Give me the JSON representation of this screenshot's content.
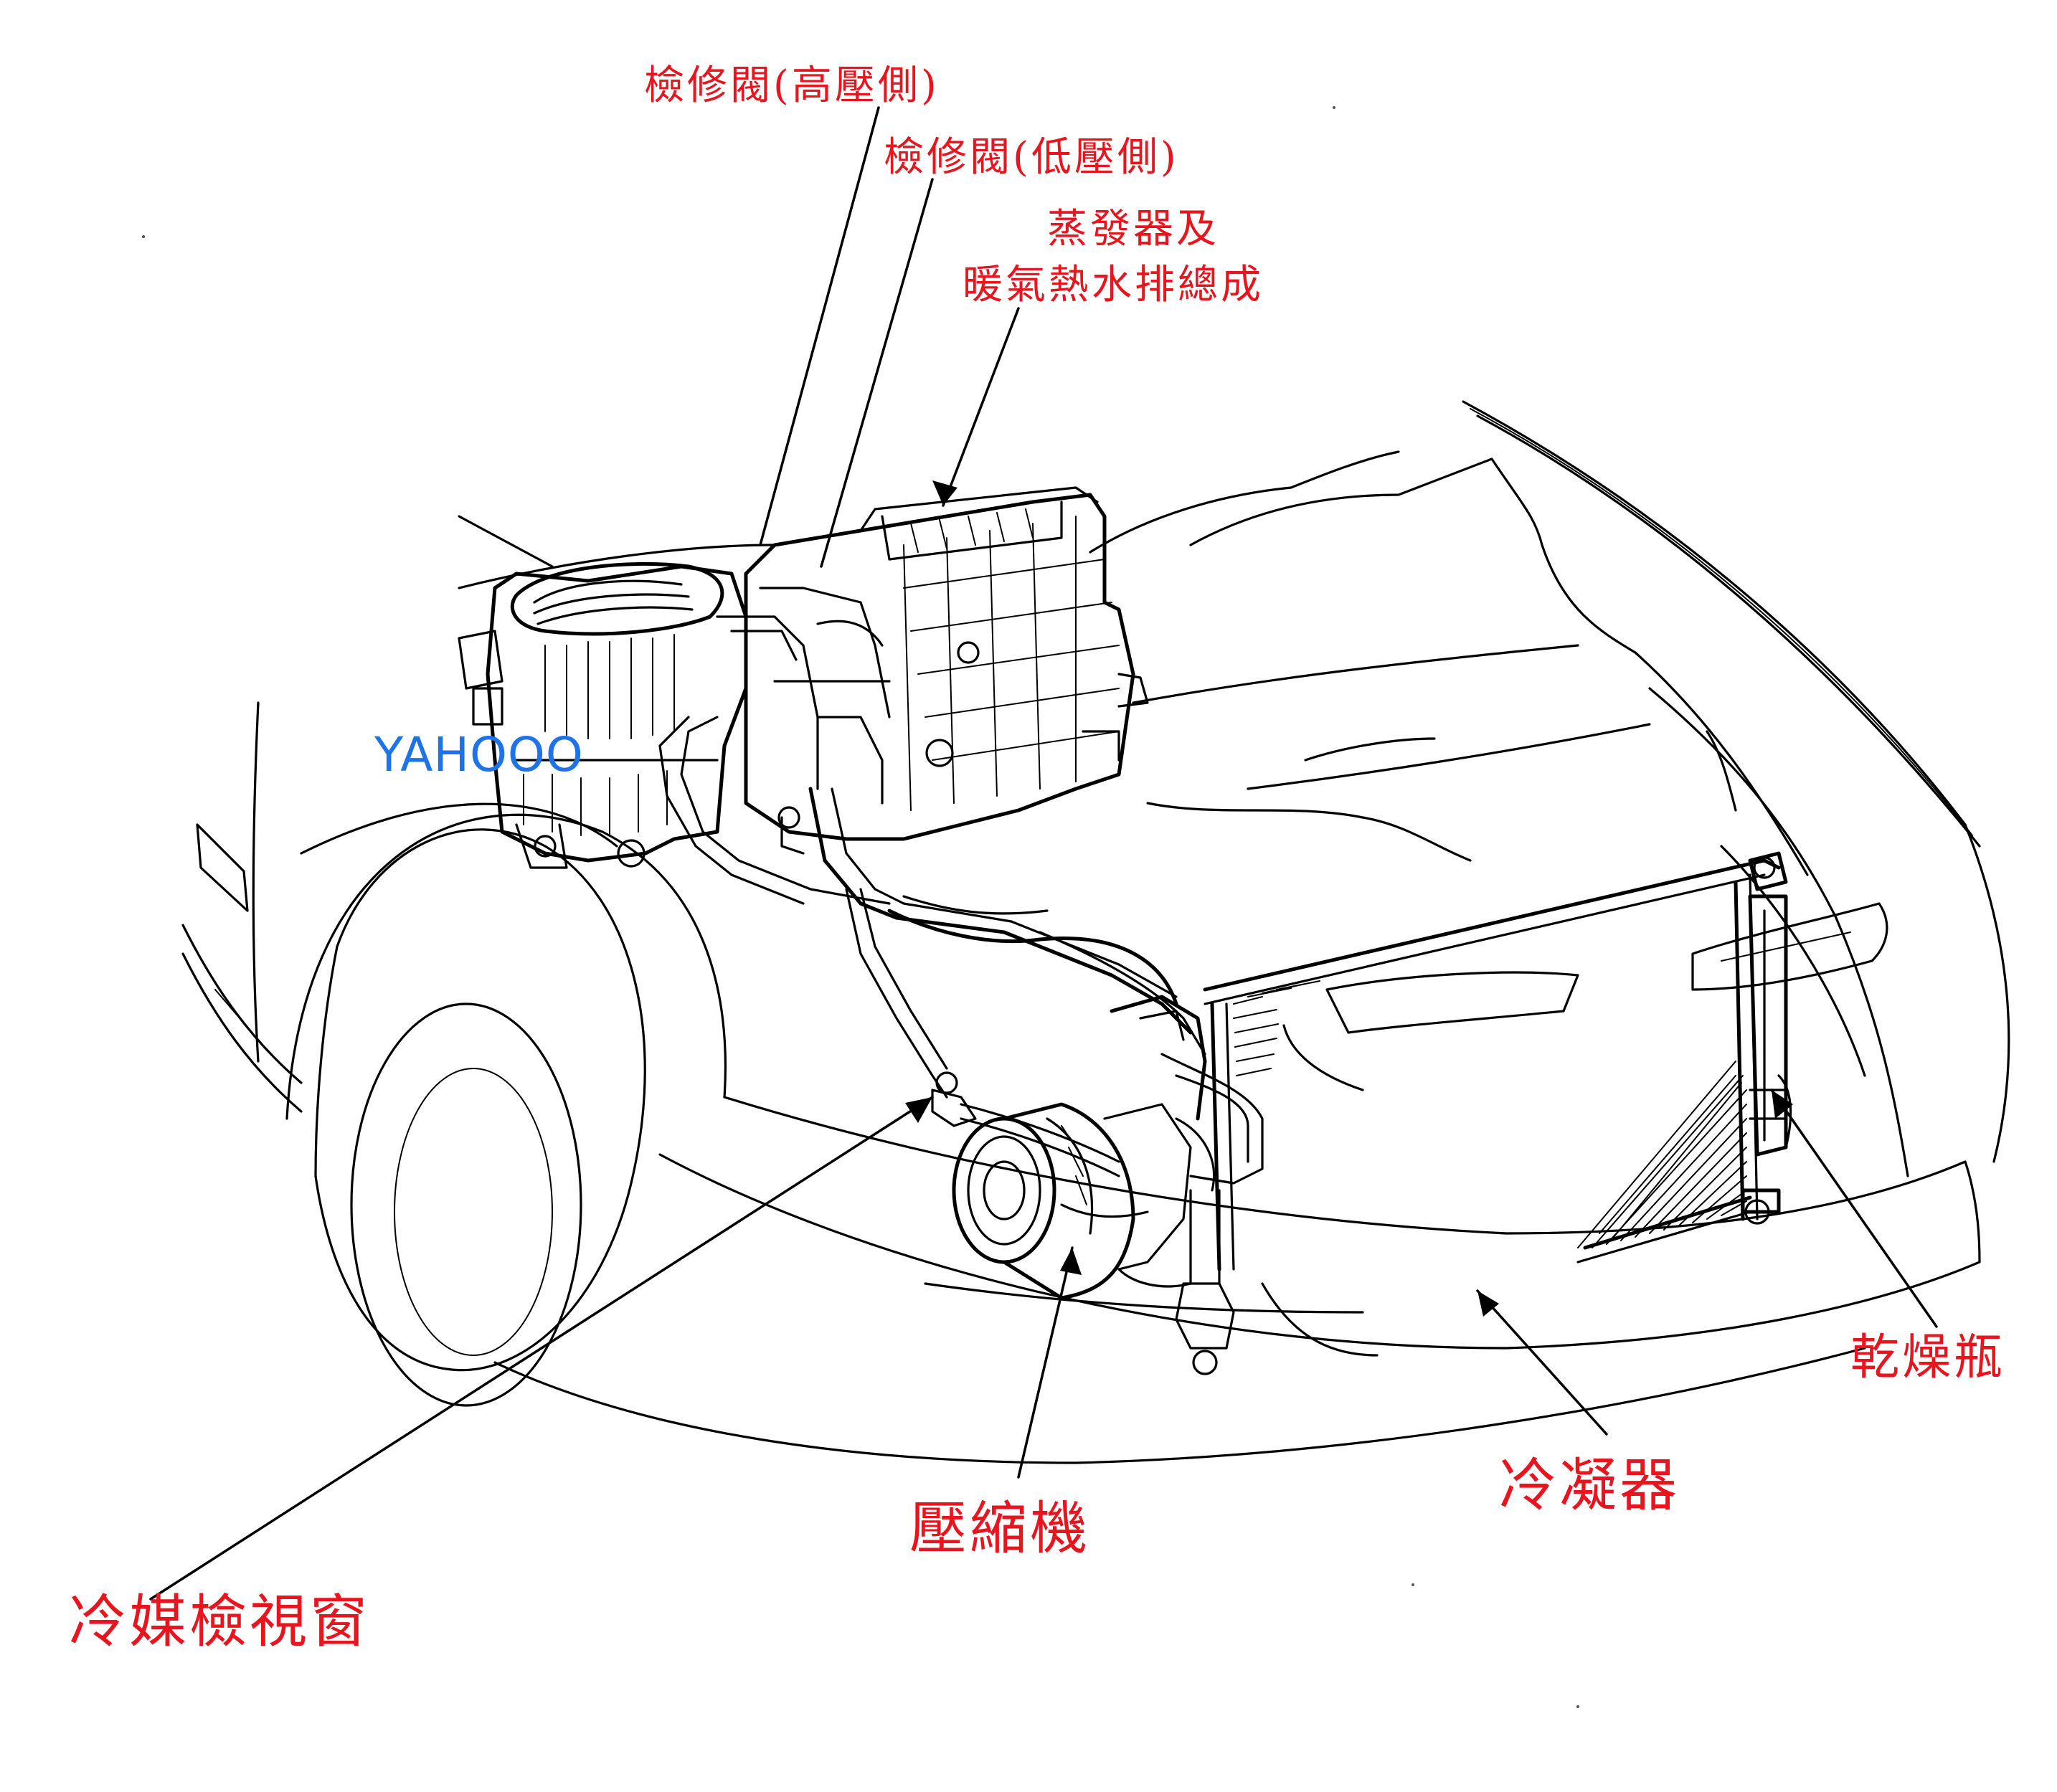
{
  "labels": {
    "service_valve_high": "檢修閥(高壓側)",
    "service_valve_low": "檢修閥(低壓側)",
    "evaporator_line1": "蒸發器及",
    "evaporator_line2": "暖氣熱水排總成",
    "receiver_drier": "乾燥瓶",
    "condenser": "冷凝器",
    "compressor": "壓縮機",
    "sight_glass": "冷媒檢視窗"
  },
  "watermark": "YAHOOO",
  "colors": {
    "label_text": "#e8141e",
    "line_art": "#000000",
    "watermark": "#1e73e8",
    "background": "#ffffff"
  }
}
